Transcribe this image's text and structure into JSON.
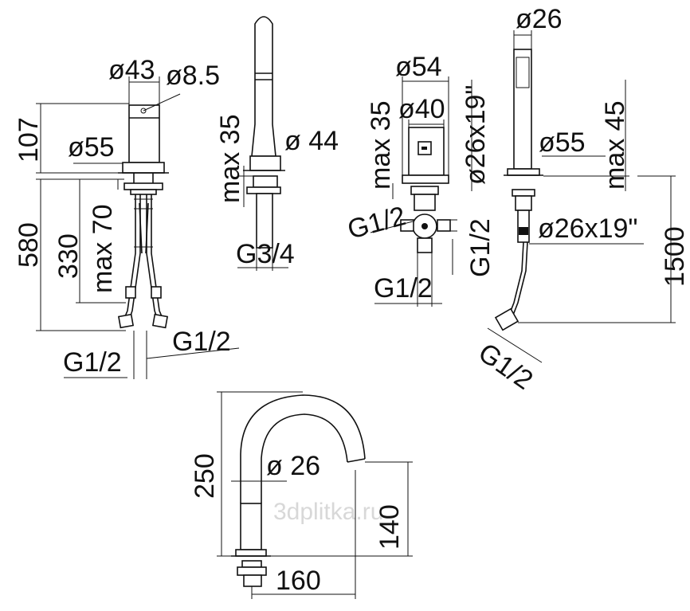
{
  "watermark": "3dplitka.ru",
  "mixer": {
    "d43": "ø43",
    "d8_5": "ø8.5",
    "h107": "107",
    "d55": "ø55",
    "h580": "580",
    "h330": "330",
    "max70": "max 70",
    "g12_left": "G1/2",
    "g12_right": "G1/2"
  },
  "spout_tall": {
    "max35": "max 35",
    "d44": "ø 44",
    "g34": "G3/4"
  },
  "diverter": {
    "d54": "ø54",
    "max35": "max 35",
    "d40": "ø40",
    "d26x19": "ø26x19\"",
    "g12_left": "G1/2",
    "g12_vert": "G1/2",
    "g12_bottom": "G1/2"
  },
  "hand_shower": {
    "d26": "ø26",
    "d55": "ø55",
    "max45": "max 45",
    "d26x19": "ø26x19\"",
    "h1500": "1500",
    "g12": "G1/2"
  },
  "curved_spout": {
    "h250": "250",
    "d26": "ø 26",
    "h140": "140",
    "w160": "160"
  }
}
